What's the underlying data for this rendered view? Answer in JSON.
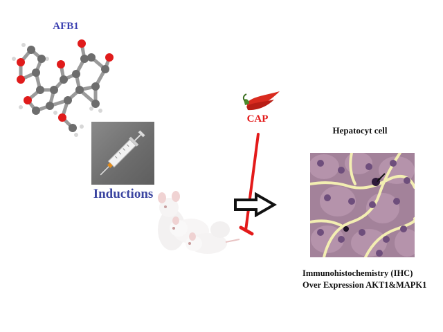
{
  "molecule": {
    "label": "AFB1",
    "icon": "molecule-3d-icon"
  },
  "induction": {
    "label": "Inductions",
    "icon": "syringe-icon"
  },
  "animals": {
    "icon": "mice-icon"
  },
  "treatment": {
    "label": "CAP",
    "icon": "chili-pepper-icon",
    "inhibitor_color": "#e31a1a"
  },
  "arrow": {
    "icon": "outline-arrow-right-icon"
  },
  "result": {
    "title": "Hepatocyt cell",
    "image": "liver-histology-ihc-image",
    "caption_line1": "Immunohistochemistry (IHC)",
    "caption_line2": "Over Expression AKT1&MAPK1"
  }
}
